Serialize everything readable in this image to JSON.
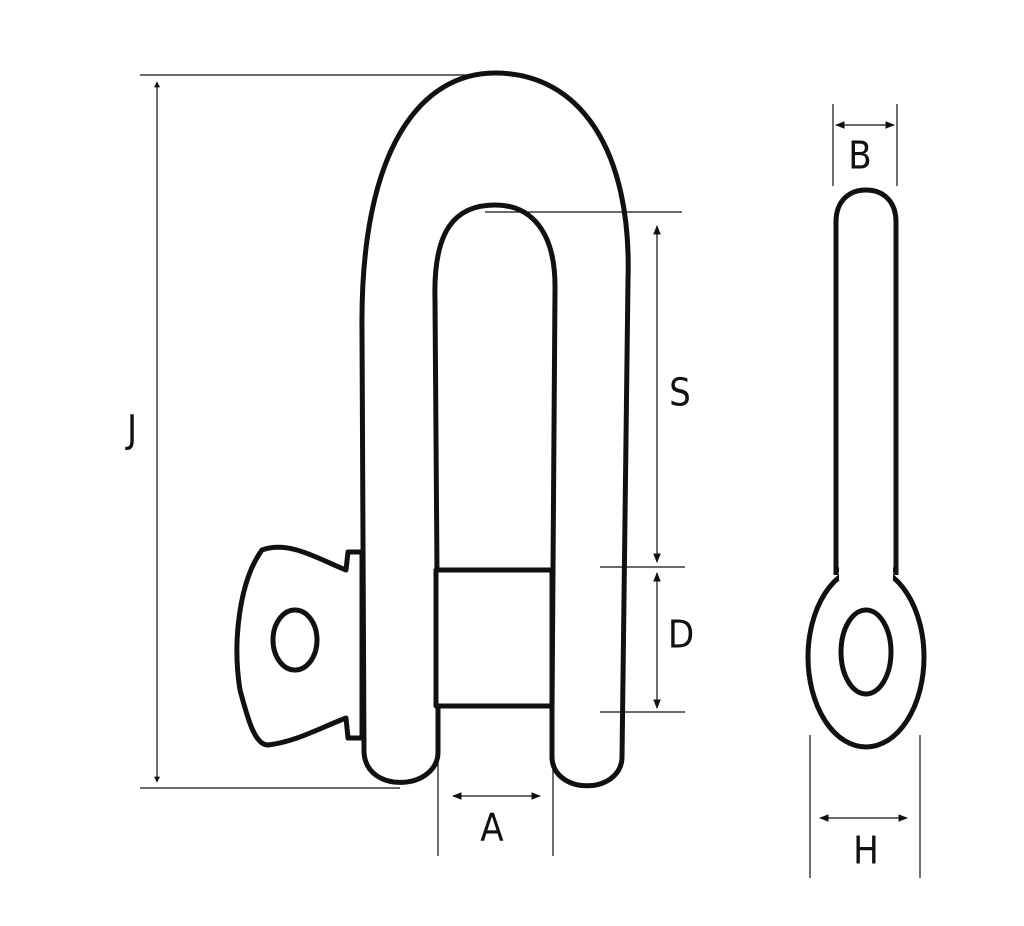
{
  "labels": {
    "J": "J",
    "S": "S",
    "D": "D",
    "A": "A",
    "B": "B",
    "H": "H"
  },
  "colors": {
    "line": "#111111",
    "background": "#ffffff"
  }
}
